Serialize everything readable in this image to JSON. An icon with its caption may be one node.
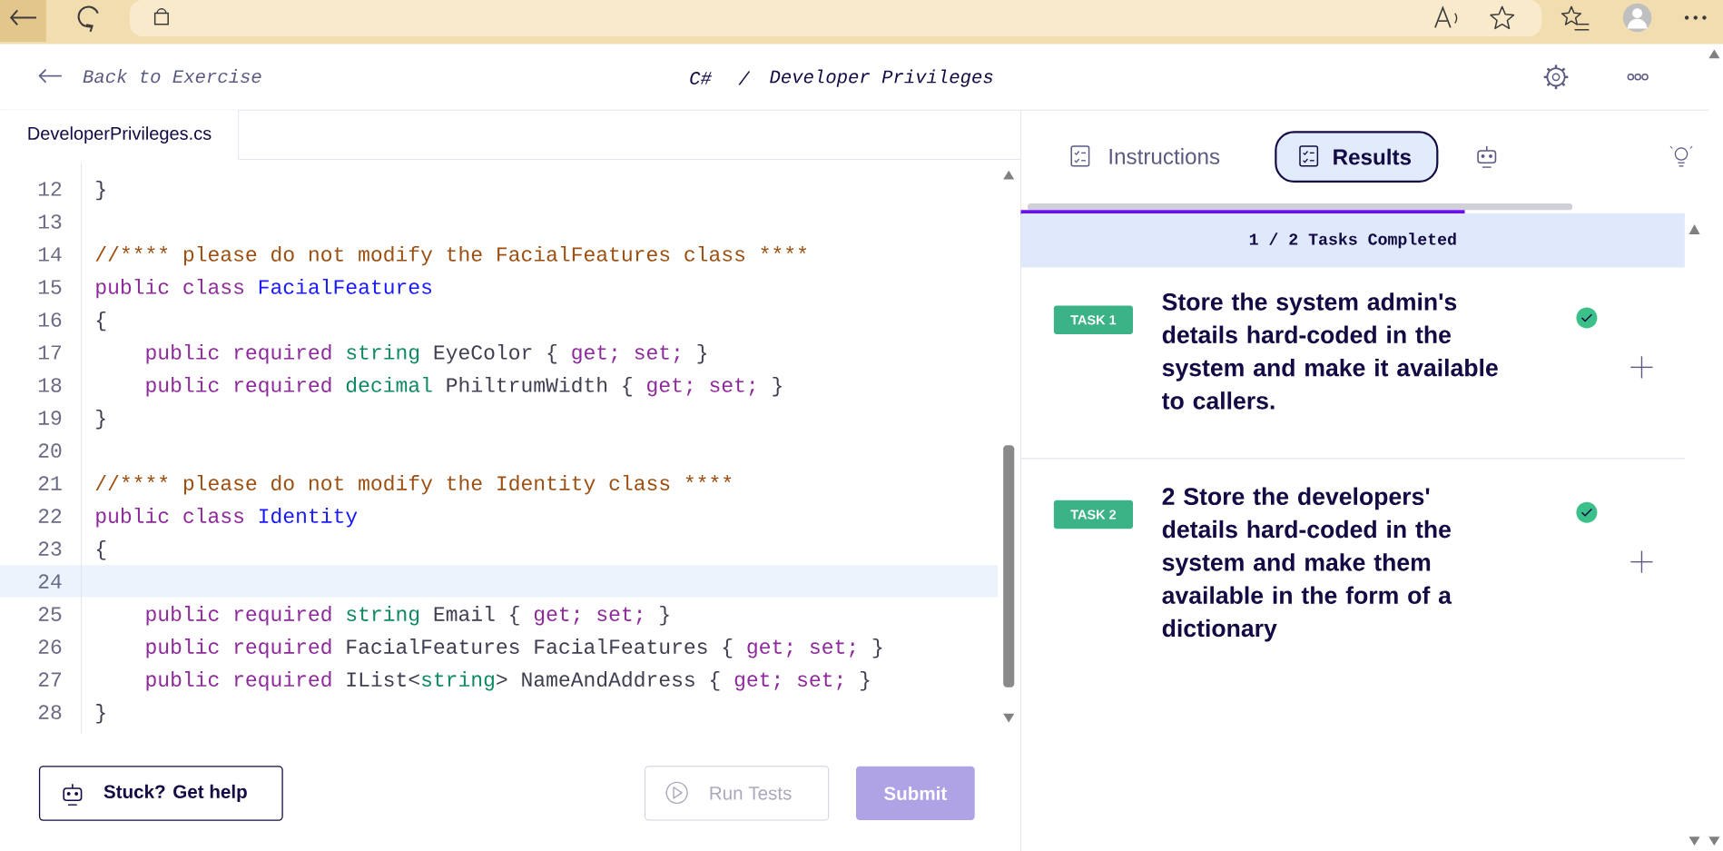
{
  "diagram": {
    "nodes": [
      {
        "text": [
          "DeveloperPrivileges.cs"
        ]
      },
      {
        "text": [
          "Stuck? Get help"
        ]
      },
      {
        "text": [
          "Run Tests"
        ]
      },
      {
        "text": [
          "Submit"
        ]
      },
      {
        "text": [
          "Instructions"
        ]
      },
      {
        "text": [
          "Results"
        ]
      },
      {
        "text": [
          "1 / 2 Tasks Completed"
        ]
      },
      {
        "text": [
          "Store the system admin's details hard-coded in the system and make it available to callers."
        ]
      },
      {
        "text": [
          "TASK 1"
        ]
      },
      {
        "text": [
          "2 Store the developers' details hard-coded in the system and make them available in the form of a dictionary"
        ]
      },
      {
        "text": [
          "TASK 2"
        ]
      }
    ],
    "labels": [
      "Back to Exercise",
      "C#",
      "/",
      "Developer Privileges",
      "12",
      "}",
      "13",
      "14",
      "//**** please do not modify the FacialFeatures class ****",
      "15",
      "public class",
      "FacialFeatures",
      "16",
      "{",
      "17",
      "public required",
      "string",
      "EyeColor {",
      "get; set;",
      "}",
      "18",
      "public required",
      "decimal",
      "PhiltrumWidth {",
      "get; set;",
      "}",
      "19",
      "}",
      "20",
      "21",
      "//**** please do not modify the Identity class ****",
      "22",
      "public class",
      "Identity",
      "23",
      "{",
      "24",
      "25",
      "public required",
      "string",
      "Email {",
      "get; set;",
      "}",
      "26",
      "public required",
      "FacialFeatures FacialFeatures {",
      "get; set;",
      "}",
      "27",
      "public required",
      "IList<",
      "string",
      "> NameAndAddress {",
      "get; set;",
      "}",
      "28",
      "}"
    ]
  }
}
